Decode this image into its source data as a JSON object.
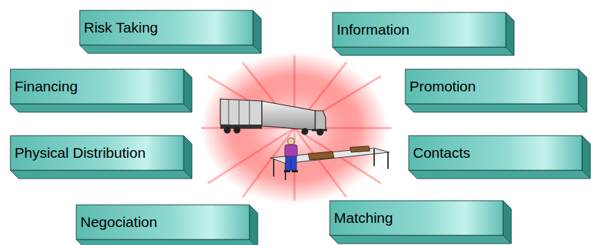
{
  "diagram": {
    "nodes": [
      {
        "text": [
          "Risk Taking"
        ]
      },
      {
        "text": [
          "Information"
        ]
      },
      {
        "text": [
          "Financing"
        ]
      },
      {
        "text": [
          "Promotion"
        ]
      },
      {
        "text": [
          "Physical Distribution"
        ]
      },
      {
        "text": [
          "Contacts"
        ]
      },
      {
        "text": [
          "Negociation"
        ]
      },
      {
        "text": [
          "Matching"
        ]
      }
    ]
  }
}
